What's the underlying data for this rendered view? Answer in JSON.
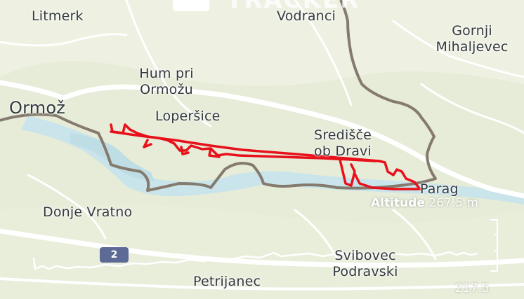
{
  "map": {
    "brand_text": "TRACKER",
    "places": {
      "litmerk": "Litmerk",
      "vodranci": "Vodranci",
      "gornji_mihaljevec": [
        "Gornji",
        "Mihaljevec"
      ],
      "hum_pri_ormozu": [
        "Hum pri",
        "Ormožu"
      ],
      "ormoz": "Ormož",
      "lopersice": "Loperšice",
      "sredisce_ob_dravi": [
        "Središče",
        "ob Dravi"
      ],
      "parag": "Parag",
      "donje_vratno": "Donje Vratno",
      "svibovec_podravski": [
        "Svibovec",
        "Podravski"
      ],
      "petrijanec": "Petrijanec"
    },
    "road_shield": "2",
    "colors": {
      "track": "#e8101a",
      "border": "#857a6e",
      "river": "#c9e4ea",
      "land": "#e6ecd8",
      "road": "#ffffff"
    }
  },
  "altitude": {
    "label": "Altitude",
    "value": "267.5 m",
    "min": "217.5"
  }
}
